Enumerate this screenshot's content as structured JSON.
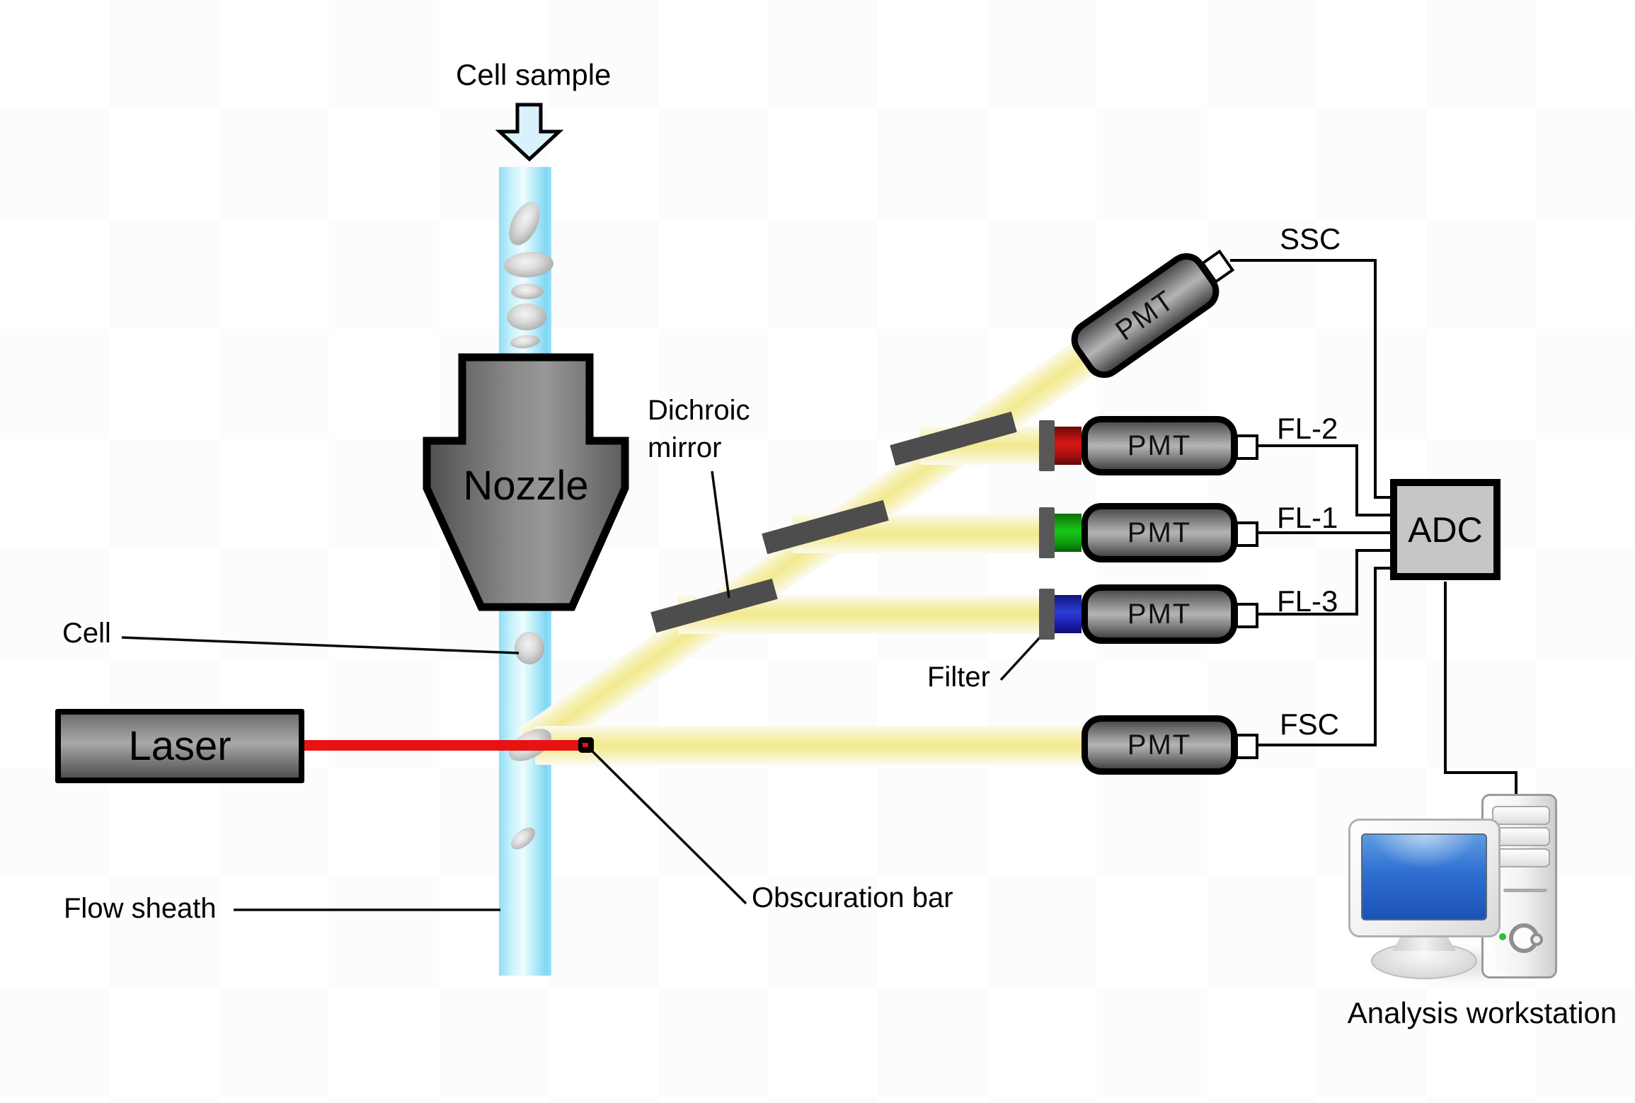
{
  "labels": {
    "cell_sample": "Cell sample",
    "nozzle": "Nozzle",
    "cell": "Cell",
    "laser": "Laser",
    "flow_sheath": "Flow sheath",
    "obscuration_bar": "Obscuration bar",
    "dichroic_mirror": "Dichroic\nmirror",
    "filter": "Filter",
    "pmt": "PMT",
    "adc": "ADC",
    "analysis_workstation": "Analysis workstation"
  },
  "detector_outputs": {
    "ssc": "SSC",
    "fl2": "FL-2",
    "fl1": "FL-1",
    "fl3": "FL-3",
    "fsc": "FSC"
  },
  "colors": {
    "tube_blue": "#9fe4f7",
    "beam_yellow": "#f2e98f",
    "laser_red": "#e81212",
    "mirror_gray": "#4d4d4d",
    "filter_red": "#c41111",
    "filter_green": "#0cb00c",
    "filter_blue": "#2233cc",
    "adc_fill": "#c6c6c6",
    "screen_blue": "#2f6fd0",
    "led_green": "#2fbf2f",
    "arrow_fill": "#d9f1fa"
  }
}
